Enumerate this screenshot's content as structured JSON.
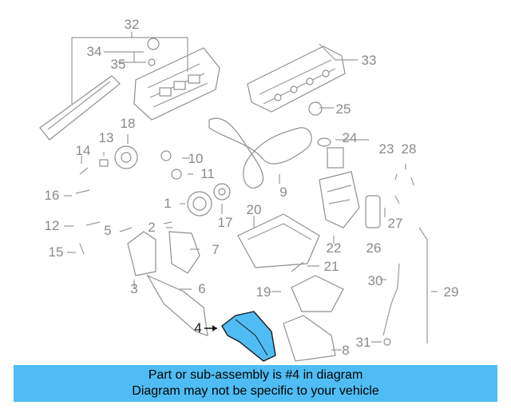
{
  "diagram": {
    "highlight_color": "#4fbdf3",
    "callouts": [
      "1",
      "2",
      "3",
      "4",
      "5",
      "6",
      "7",
      "8",
      "9",
      "10",
      "11",
      "12",
      "13",
      "14",
      "15",
      "16",
      "17",
      "18",
      "19",
      "20",
      "21",
      "22",
      "23",
      "24",
      "25",
      "26",
      "27",
      "28",
      "29",
      "30",
      "31",
      "32",
      "33",
      "34",
      "35"
    ]
  },
  "banner": {
    "line1": "Part or sub-assembly is #4 in diagram",
    "line2": "Diagram may not be specific to your vehicle",
    "background": "#4fbdf3"
  }
}
